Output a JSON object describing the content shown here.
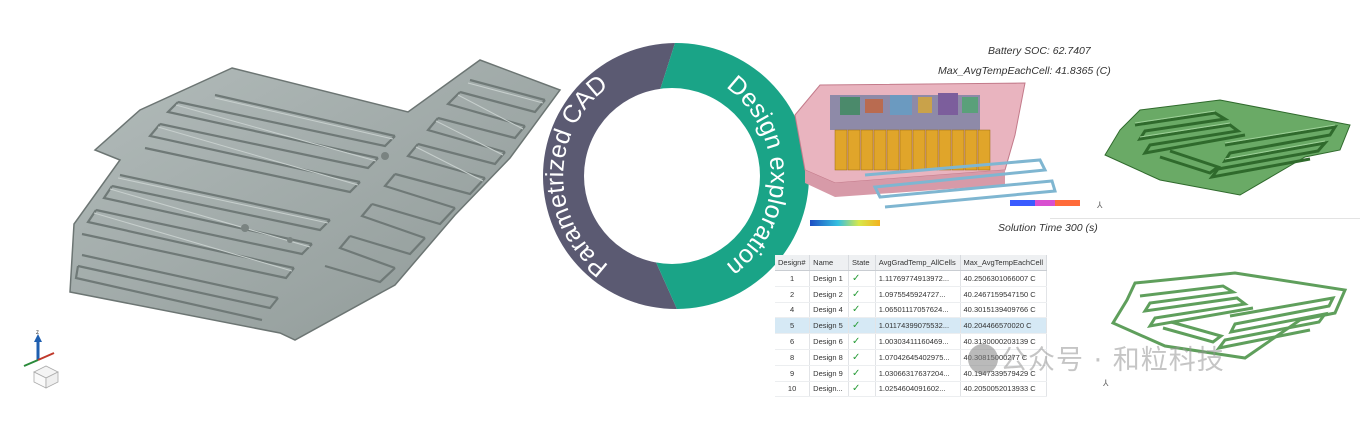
{
  "ring": {
    "left_label": "Parametrized CAD",
    "right_label": "Design exploration",
    "left_color": "#5b5a72",
    "right_color": "#1aa487"
  },
  "simulation": {
    "battery_soc": "Battery SOC: 62.7407",
    "max_temp": "Max_AvgTempEachCell: 41.8365 (C)",
    "solution_time": "Solution Time 300 (s)"
  },
  "table": {
    "columns": [
      "Design#",
      "Name",
      "State",
      "AvgGradTemp_AllCells",
      "Max_AvgTempEachCell"
    ],
    "rows": [
      [
        "1",
        "Design 1",
        "✓",
        "1.11769774913972...",
        "40.2506301066007 C"
      ],
      [
        "2",
        "Design 2",
        "✓",
        "1.09755459247​27...",
        "40.2467159547150 C"
      ],
      [
        "4",
        "Design 4",
        "✓",
        "1.06501117057624...",
        "40.3015139409766 C"
      ],
      [
        "5",
        "Design 5",
        "✓",
        "1.01174399075532...",
        "40.204466570020 C"
      ],
      [
        "6",
        "Design 6",
        "✓",
        "1.00303411160469...",
        "40.3130000203139 C"
      ],
      [
        "8",
        "Design 8",
        "✓",
        "1.07042645402975...",
        "40.3081500027​7 C"
      ],
      [
        "9",
        "Design 9",
        "✓",
        "1.03066317637204...",
        "40.19473395794​29 C"
      ],
      [
        "10",
        "Design...",
        "✓",
        "1.02546040916​02...",
        "40.2050052013933 C"
      ]
    ],
    "selected_row": 3
  },
  "watermark": "公众号 · 和粒科技",
  "colors": {
    "cold_plate_gray": "#9aa5a3",
    "cold_plate_green": "#5f9f5c",
    "table_header": "#eef0f2",
    "table_selected": "#d6e9f5"
  }
}
